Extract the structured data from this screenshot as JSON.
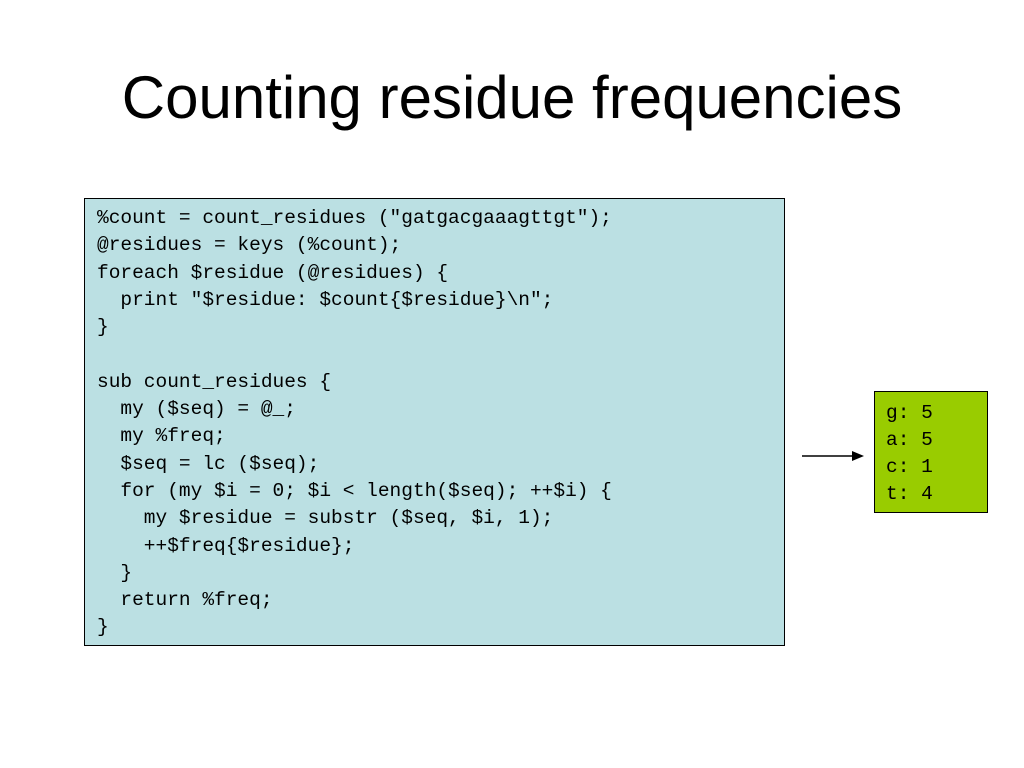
{
  "slide": {
    "title": "Counting residue frequencies"
  },
  "code": {
    "lines": [
      "%count = count_residues (\"gatgacgaaagttgt\");",
      "@residues = keys (%count);",
      "foreach $residue (@residues) {",
      "  print \"$residue: $count{$residue}\\n\";",
      "}",
      "",
      "sub count_residues {",
      "  my ($seq) = @_;",
      "  my %freq;",
      "  $seq = lc ($seq);",
      "  for (my $i = 0; $i < length($seq); ++$i) {",
      "    my $residue = substr ($seq, $i, 1);",
      "    ++$freq{$residue};",
      "  }",
      "  return %freq;",
      "}"
    ]
  },
  "output": {
    "lines": [
      "g: 5",
      "a: 5",
      "c: 1",
      "t: 4"
    ]
  },
  "colors": {
    "code_bg": "#bbe0e3",
    "output_bg": "#99cc00",
    "arrow": "#000000"
  }
}
